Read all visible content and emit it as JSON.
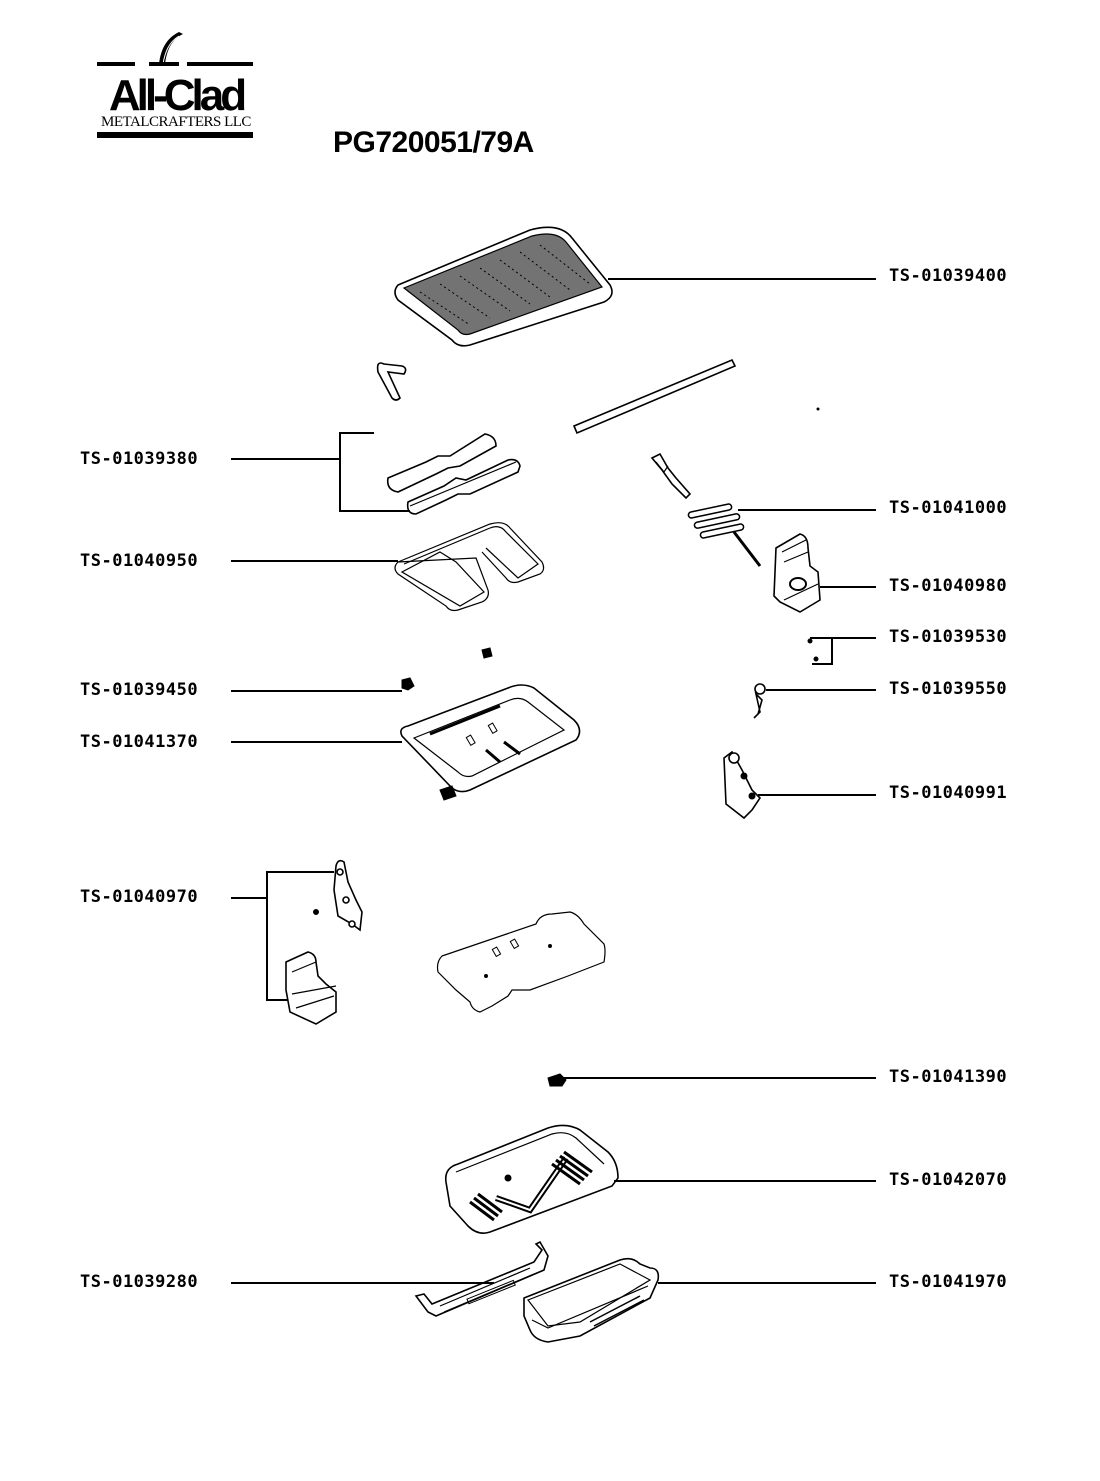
{
  "brand": {
    "name": "All-Clad",
    "subtitle": "METALCRAFTERS LLC",
    "trademark": "®"
  },
  "model": "PG720051/79A",
  "parts": [
    {
      "id": "grill-plate",
      "ref": "TS-01039400",
      "side": "right"
    },
    {
      "id": "handle-assembly",
      "ref": "TS-01039380",
      "side": "left"
    },
    {
      "id": "heating-element-power-cord",
      "ref": "TS-01041000",
      "side": "right"
    },
    {
      "id": "heating-element",
      "ref": "TS-01040950",
      "side": "left"
    },
    {
      "id": "right-hinge-block",
      "ref": "TS-01040980",
      "side": "right"
    },
    {
      "id": "screws",
      "ref": "TS-01039530",
      "side": "right"
    },
    {
      "id": "clip",
      "ref": "TS-01039450",
      "side": "left"
    },
    {
      "id": "thermostat-lever",
      "ref": "TS-01039550",
      "side": "right"
    },
    {
      "id": "upper-housing-frame",
      "ref": "TS-01041370",
      "side": "left"
    },
    {
      "id": "right-hinge-bracket",
      "ref": "TS-01040991",
      "side": "right"
    },
    {
      "id": "left-hinge-kit",
      "ref": "TS-01040970",
      "side": "left"
    },
    {
      "id": "foot",
      "ref": "TS-01041390",
      "side": "right"
    },
    {
      "id": "base-housing",
      "ref": "TS-01042070",
      "side": "right"
    },
    {
      "id": "drip-tray-holder",
      "ref": "TS-01039280",
      "side": "left"
    },
    {
      "id": "drip-tray",
      "ref": "TS-01041970",
      "side": "right"
    }
  ]
}
